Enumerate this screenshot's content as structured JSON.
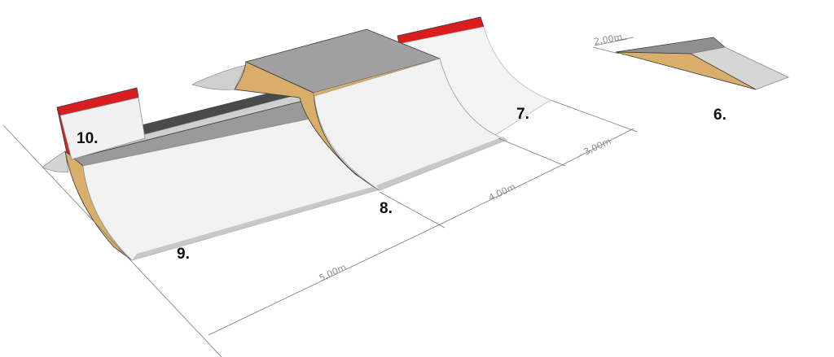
{
  "diagram": {
    "labels": {
      "ramp_6": "6.",
      "ramp_7": "7.",
      "ramp_8": "8.",
      "ramp_9": "9.",
      "ramp_10": "10."
    },
    "dimensions": {
      "ramp_6_width": "2,00m",
      "gap_7": "3,00m",
      "gap_8": "4,00m",
      "gap_9": "5,00m"
    },
    "colors": {
      "ramp_surface": "#f2f2f2",
      "deck_top": "#9a9a9a",
      "plywood_side": "#d9ad6a",
      "coping_red": "#d81e1e",
      "dimension_line": "#7a7a7a"
    }
  }
}
